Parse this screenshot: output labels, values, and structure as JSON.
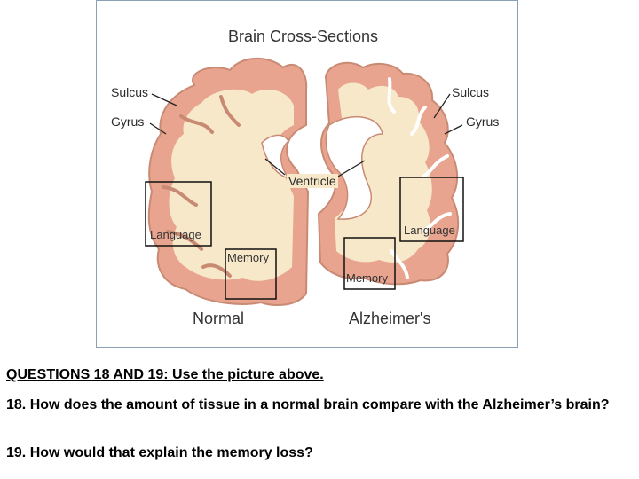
{
  "figure": {
    "title": "Brain Cross-Sections",
    "labels": {
      "sulcus_left": "Sulcus",
      "gyrus_left": "Gyrus",
      "sulcus_right": "Sulcus",
      "gyrus_right": "Gyrus",
      "ventricle": "Ventricle",
      "language_left": "Language",
      "memory_left": "Memory",
      "language_right": "Language",
      "memory_right": "Memory"
    },
    "captions": {
      "normal": "Normal",
      "alzheimers": "Alzheimer's"
    },
    "colors": {
      "gray_matter": "#e8a48e",
      "white_matter": "#f7e8c9",
      "outline": "#c98a74",
      "frame": "#8aa0b4"
    }
  },
  "questions": {
    "heading": "QUESTIONS 18 AND 19: Use the picture above.",
    "q18": "18. How does the amount of tissue in a normal brain compare with the Alzheimer’s brain?",
    "q19": "19. How would that explain the memory loss?"
  }
}
